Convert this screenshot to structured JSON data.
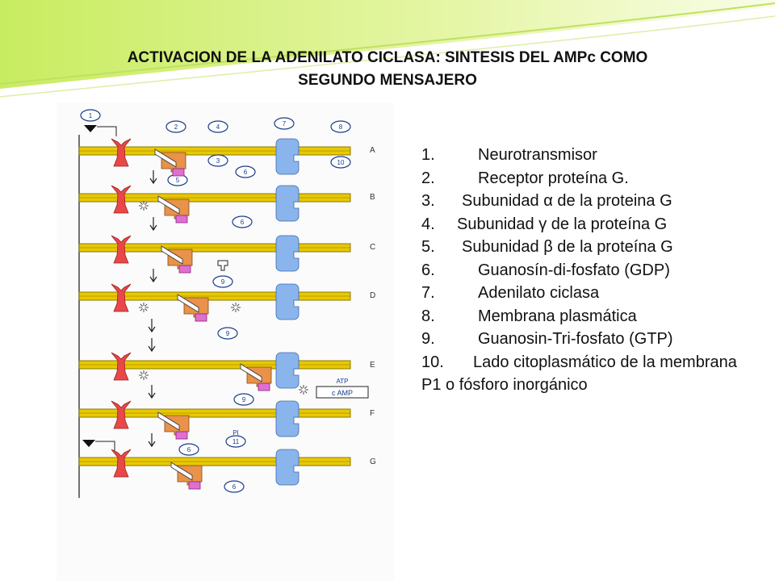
{
  "title": {
    "line1": "ACTIVACION DE LA  ADENILATO CICLASA: SINTESIS DEL AMPc COMO",
    "line2": "SEGUNDO MENSAJERO"
  },
  "colors": {
    "membrane": "#e8c800",
    "membrane_edge": "#8a7a00",
    "receptor": "#e84848",
    "alpha_subunit": "#e8924a",
    "gdp": "#e070d0",
    "adenylate_cyclase": "#8ab4ec",
    "swoosh_green": "#b8e040"
  },
  "diagram": {
    "row_labels": [
      "A",
      "B",
      "C",
      "D",
      "E",
      "F",
      "G"
    ],
    "callouts": {
      "c1": "1",
      "c2": "2",
      "c3": "3",
      "c4": "4",
      "c5": "5",
      "c6a": "6",
      "c6b": "6",
      "c6c": "6",
      "c6d": "6",
      "c7": "7",
      "c8": "8",
      "c9a": "9",
      "c9b": "9",
      "c9c": "9",
      "c10": "10",
      "c11": "11"
    },
    "atp_label": "ATP",
    "camp_label": "c AMP",
    "pi_label": "PI"
  },
  "legend": [
    {
      "num": "1.",
      "text": "Neurotransmisor"
    },
    {
      "num": "2.",
      "text": "Receptor proteína G."
    },
    {
      "num": "3.",
      "text": "Subunidad  α de la proteina G"
    },
    {
      "num": "4.",
      "text": "Subunidad  γ  de la proteína G"
    },
    {
      "num": "5.",
      "text": "Subunidad  β de la proteína G"
    },
    {
      "num": "6.",
      "text": "Guanosín-di-fosfato (GDP)"
    },
    {
      "num": "7.",
      "text": "Adenilato ciclasa"
    },
    {
      "num": "8.",
      "text": "Membrana plasmática"
    },
    {
      "num": "9.",
      "text": "Guanosin-Tri-fosfato (GTP)"
    },
    {
      "num": "10.",
      "text": "Lado citoplasmático de la membrana"
    },
    {
      "num": "",
      "text": "P1 o fósforo inorgánico"
    }
  ]
}
